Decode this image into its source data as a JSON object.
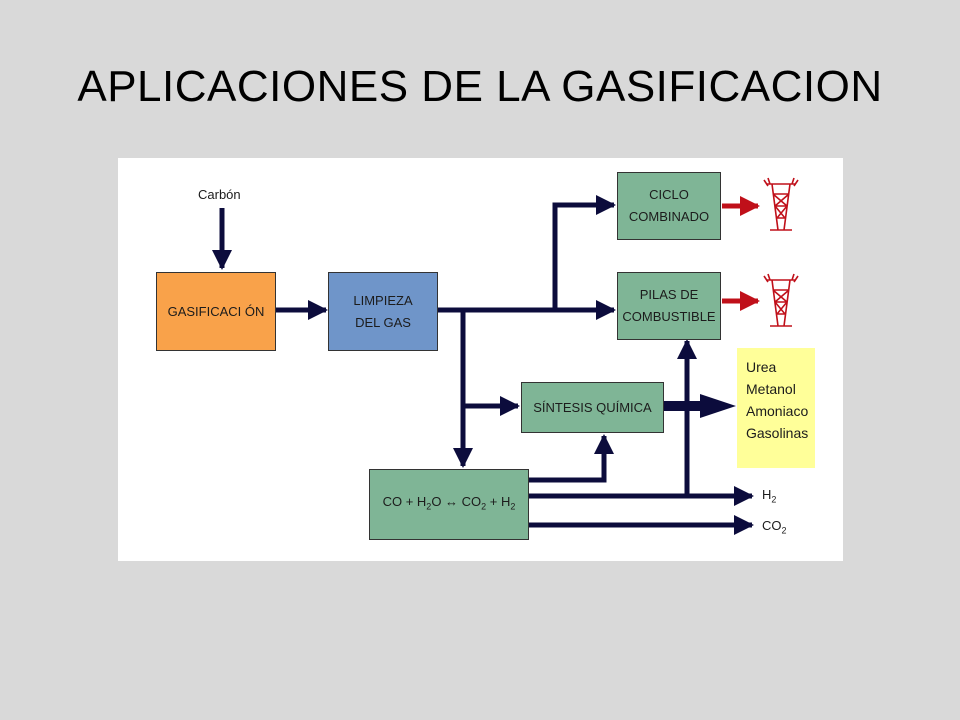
{
  "slide": {
    "title": "APLICACIONES DE LA GASIFICACION"
  },
  "diagram": {
    "input_label": "Carbón",
    "gasificacion": "GASIFICACI ÓN",
    "limpieza": [
      "LIMPIEZA",
      "DEL GAS"
    ],
    "ciclo": [
      "CICLO",
      "COMBINADO"
    ],
    "pilas": [
      "PILAS DE",
      "COMBUSTIBLE"
    ],
    "sintesis": "SÍNTESIS QUÍMICA",
    "shift": {
      "a": "CO + H",
      "b": "O ↔ CO",
      "c": " + H",
      "sub": "2"
    },
    "products": [
      "Urea",
      "Metanol",
      "Amoniaco",
      "Gasolinas"
    ],
    "out_h2": {
      "base": "H",
      "sub": "2"
    },
    "out_co2": {
      "base": "CO",
      "sub": "2"
    },
    "colors": {
      "gasificacion": "#f9a24a",
      "limpieza": "#6f95c9",
      "green": "#7fb596",
      "arrow": "#0c0c3c",
      "power_arrow": "#c0101a",
      "products_bg": "#ffff99"
    }
  }
}
